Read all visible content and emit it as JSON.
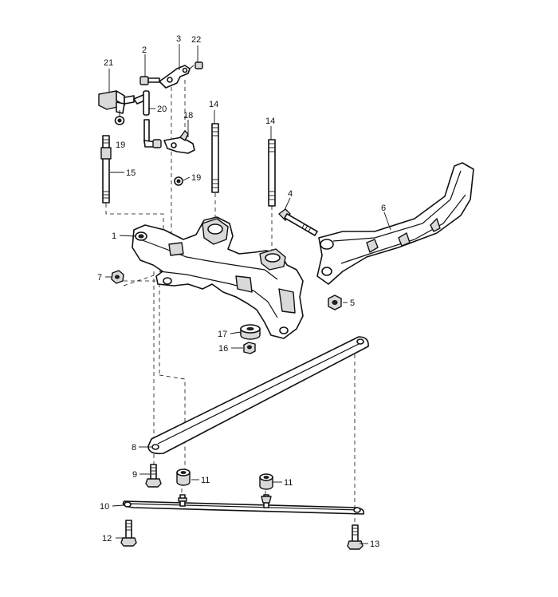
{
  "callouts": [
    {
      "id": "c1",
      "text": "1"
    },
    {
      "id": "c2",
      "text": "2"
    },
    {
      "id": "c3",
      "text": "3"
    },
    {
      "id": "c4",
      "text": "4"
    },
    {
      "id": "c5",
      "text": "5"
    },
    {
      "id": "c6",
      "text": "6"
    },
    {
      "id": "c7",
      "text": "7"
    },
    {
      "id": "c8",
      "text": "8"
    },
    {
      "id": "c9",
      "text": "9"
    },
    {
      "id": "c10",
      "text": "10"
    },
    {
      "id": "c11a",
      "text": "11"
    },
    {
      "id": "c11b",
      "text": "11"
    },
    {
      "id": "c12",
      "text": "12"
    },
    {
      "id": "c13",
      "text": "13"
    },
    {
      "id": "c14a",
      "text": "14"
    },
    {
      "id": "c14b",
      "text": "14"
    },
    {
      "id": "c15",
      "text": "15"
    },
    {
      "id": "c16",
      "text": "16"
    },
    {
      "id": "c17",
      "text": "17"
    },
    {
      "id": "c18",
      "text": "18"
    },
    {
      "id": "c19a",
      "text": "19"
    },
    {
      "id": "c19b",
      "text": "19"
    },
    {
      "id": "c20",
      "text": "20"
    },
    {
      "id": "c21",
      "text": "21"
    },
    {
      "id": "c22",
      "text": "22"
    }
  ]
}
